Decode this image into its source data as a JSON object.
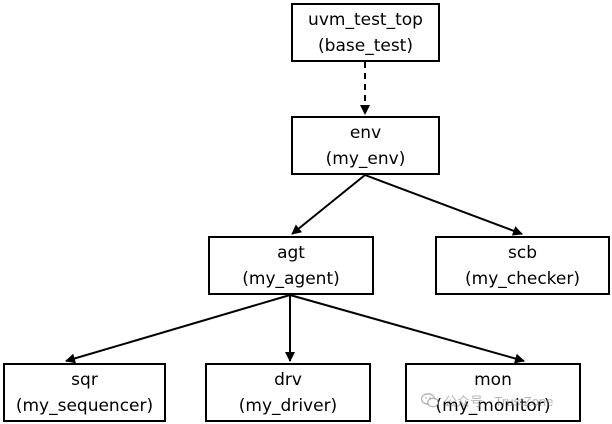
{
  "diagram": {
    "nodes": {
      "top": {
        "name": "uvm_test_top",
        "type": "(base_test)"
      },
      "env": {
        "name": "env",
        "type": "(my_env)"
      },
      "agt": {
        "name": "agt",
        "type": "(my_agent)"
      },
      "scb": {
        "name": "scb",
        "type": "(my_checker)"
      },
      "sqr": {
        "name": "sqr",
        "type": "(my_sequencer)"
      },
      "drv": {
        "name": "drv",
        "type": "(my_driver)"
      },
      "mon": {
        "name": "mon",
        "type": "(my_monitor)"
      }
    },
    "edges": [
      {
        "from": "top",
        "to": "env",
        "style": "dashed"
      },
      {
        "from": "env",
        "to": "agt",
        "style": "solid"
      },
      {
        "from": "env",
        "to": "scb",
        "style": "solid"
      },
      {
        "from": "agt",
        "to": "sqr",
        "style": "solid"
      },
      {
        "from": "agt",
        "to": "drv",
        "style": "solid"
      },
      {
        "from": "agt",
        "to": "mon",
        "style": "solid"
      }
    ]
  },
  "watermark": {
    "text": "公众号 · TrustZone",
    "icon": "wechat-icon"
  },
  "colors": {
    "stroke": "#000000",
    "background": "#ffffff",
    "watermark": "#8a8a8a"
  }
}
